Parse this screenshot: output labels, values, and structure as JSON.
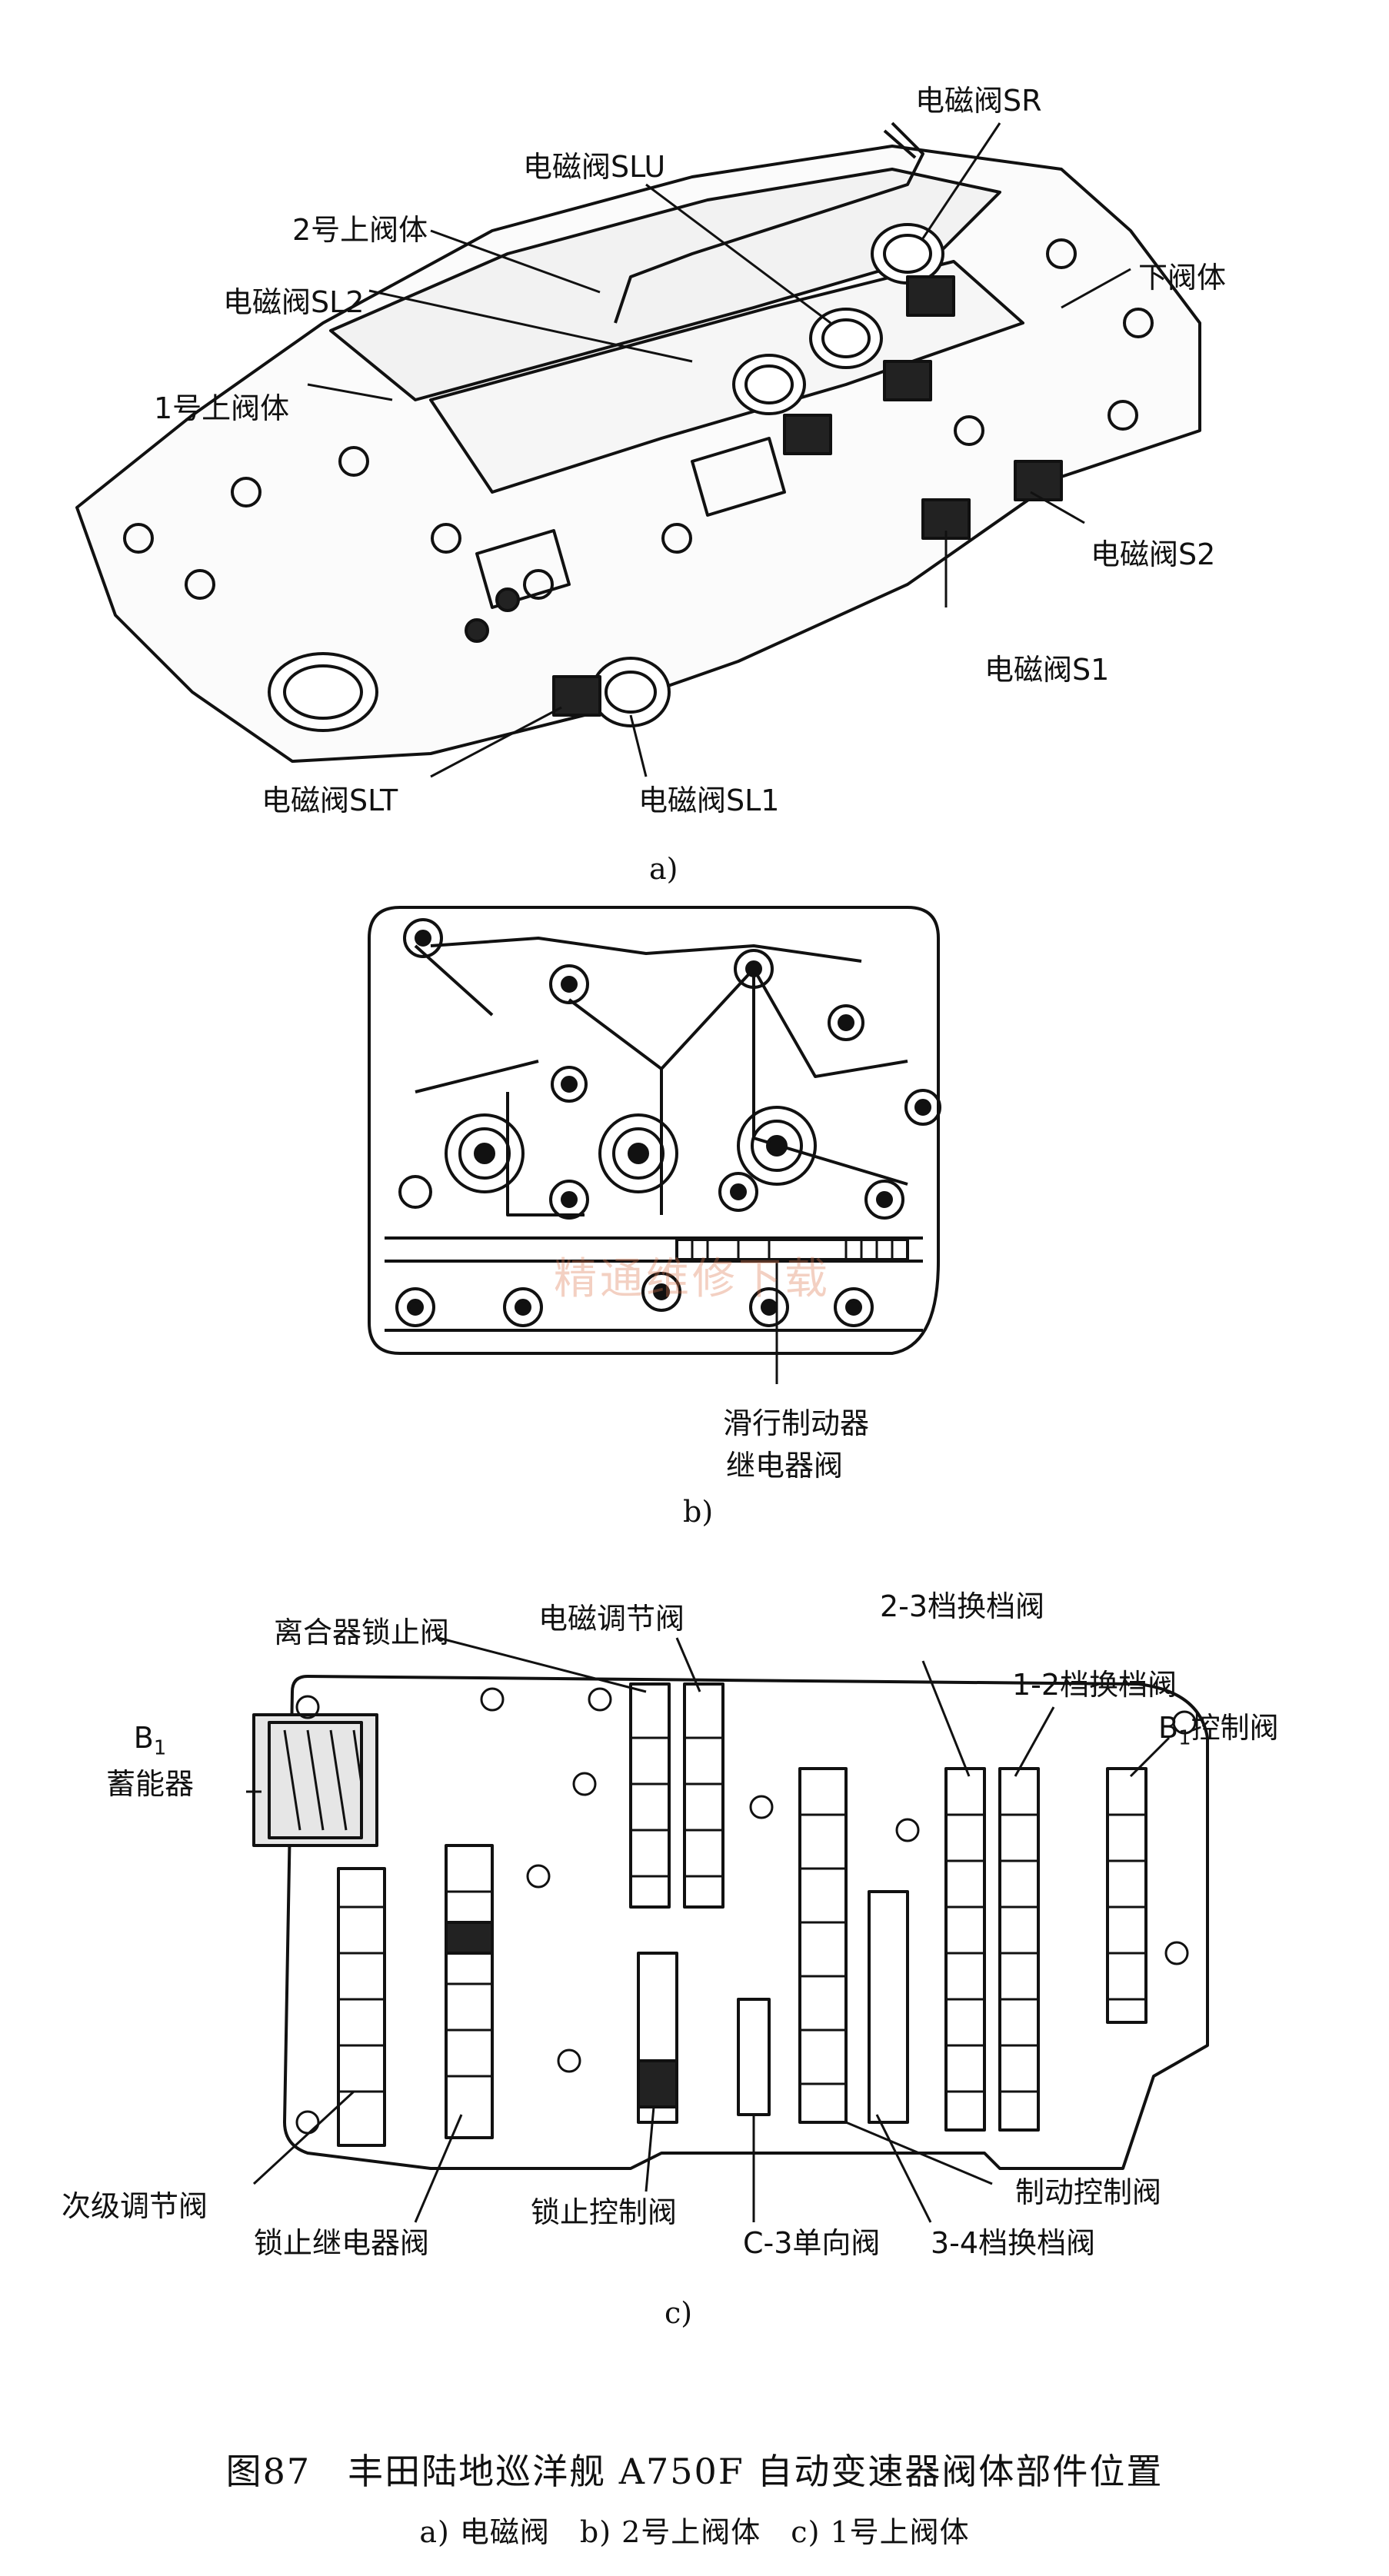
{
  "figure_a": {
    "labels": {
      "sr": "电磁阀SR",
      "slu": "电磁阀SLU",
      "upper2": "2号上阀体",
      "lower": "下阀体",
      "sl2": "电磁阀SL2",
      "upper1": "1号上阀体",
      "s2": "电磁阀S2",
      "s1": "电磁阀S1",
      "slt": "电磁阀SLT",
      "sl1": "电磁阀SL1"
    },
    "sublabel": "a)"
  },
  "figure_b": {
    "label_line1": "滑行制动器",
    "label_line2": "继电器阀",
    "watermark": "精通维修下载",
    "sublabel": "b)"
  },
  "figure_c": {
    "labels": {
      "clutch_lock": "离合器锁止阀",
      "solenoid_mod": "电磁调节阀",
      "shift_23": "2-3档换档阀",
      "shift_12": "1-2档换档阀",
      "b1_control_pre": "B",
      "b1_control_sub": "1",
      "b1_control_post": "控制阀",
      "b1_acc_pre": "B",
      "b1_acc_sub": "1",
      "b1_acc_post": "蓄能器",
      "secondary_reg": "次级调节阀",
      "lockup_relay": "锁止继电器阀",
      "lockup_control": "锁止控制阀",
      "c3_check": "C-3单向阀",
      "shift_34": "3-4档换档阀",
      "brake_control": "制动控制阀"
    },
    "sublabel": "c)"
  },
  "caption": {
    "title": "图87　丰田陆地巡洋舰 A750F 自动变速器阀体部件位置",
    "subtitle": "a) 电磁阀　b) 2号上阀体　c) 1号上阀体"
  }
}
